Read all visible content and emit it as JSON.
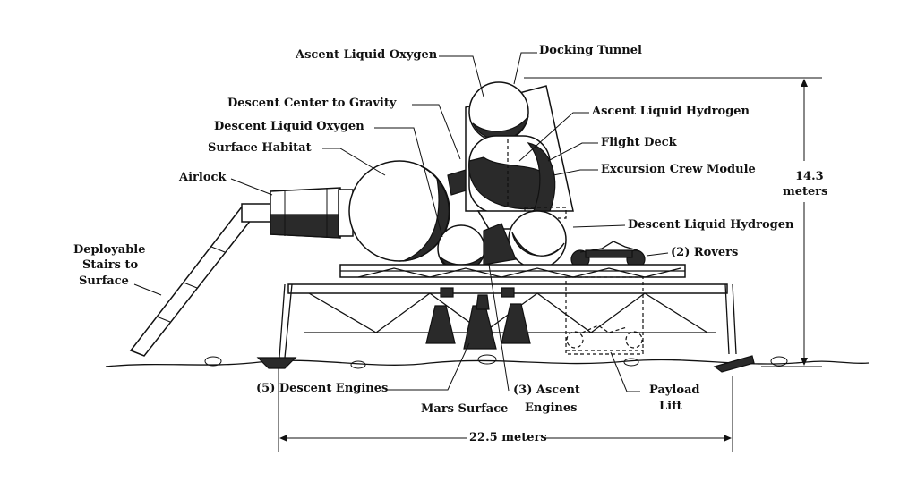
{
  "labels": {
    "ascent_lox": "Ascent Liquid Oxygen",
    "docking_tunnel": "Docking Tunnel",
    "descent_cg": "Descent Center to Gravity",
    "ascent_lh2": "Ascent Liquid Hydrogen",
    "descent_lox": "Descent Liquid Oxygen",
    "surface_habitat": "Surface Habitat",
    "flight_deck": "Flight Deck",
    "airlock": "Airlock",
    "excursion_crew_module": "Excursion Crew Module",
    "height_value": "14.3",
    "height_unit": "meters",
    "descent_lh2": "Descent Liquid Hydrogen",
    "rovers": "(2) Rovers",
    "stairs_line1": "Deployable",
    "stairs_line2": "Stairs to",
    "stairs_line3": "Surface",
    "descent_engines": "(5) Descent Engines",
    "ascent_engines_line1": "(3) Ascent",
    "ascent_engines_line2": "Engines",
    "payload_lift_line1": "Payload",
    "payload_lift_line2": "Lift",
    "mars_surface": "Mars Surface",
    "width_dimension": "22.5 meters"
  }
}
